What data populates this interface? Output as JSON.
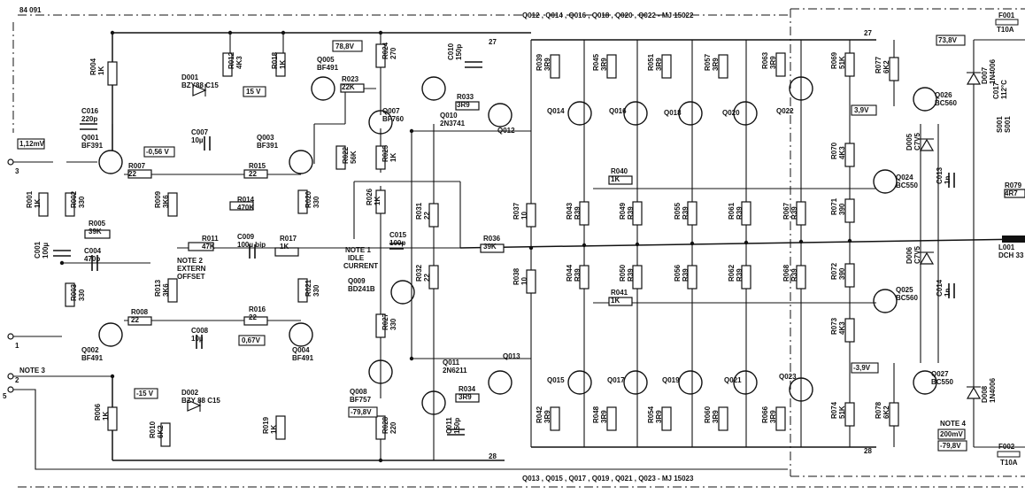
{
  "header": {
    "doc_code": "84 091",
    "top_transistor_note": "Q012 , Q014 , Q016 , Q018 , Q020 , Q022 - MJ 15022",
    "bottom_transistor_note": "Q013 , Q015 , Q017 , Q019 , Q021 , Q023 - MJ 15023"
  },
  "voltages": {
    "v_pos_78": "78,8V",
    "v_pos_73": "73,8V",
    "v_neg_79": "-79,8V",
    "v_pos_15": "15 V",
    "v_neg_15": "-15 V",
    "v_056": "-0,56 V",
    "v_067": "0,67V",
    "v_39p": "3,9V",
    "v_39n": "-3,9V",
    "v_input": "1,12mV",
    "note4_mv": "200mV"
  },
  "notes": {
    "note1": "NOTE 1",
    "note1_a": "IDLE",
    "note1_b": "CURRENT",
    "note2": "NOTE 2",
    "note2_a": "EXTERN",
    "note2_b": "OFFSET",
    "note3": "NOTE 3",
    "note4": "NOTE 4"
  },
  "fuses": {
    "top": "F001",
    "top_val": "T10A",
    "bottom": "F002",
    "bottom_val": "T10A"
  },
  "pins": {
    "p3": "3",
    "p1": "1",
    "p2": "2",
    "p5": "5"
  },
  "nodes": {
    "n27a": "27",
    "n27b": "27",
    "n28a": "28",
    "n28b": "28"
  },
  "components": [
    {
      "id": "R004",
      "val": "1K"
    },
    {
      "id": "R002",
      "val": "330"
    },
    {
      "id": "R001",
      "val": "1K"
    },
    {
      "id": "R005",
      "val": "39K"
    },
    {
      "id": "R003",
      "val": "330"
    },
    {
      "id": "R007",
      "val": "22"
    },
    {
      "id": "R008",
      "val": "22"
    },
    {
      "id": "R009",
      "val": "3K6"
    },
    {
      "id": "R011",
      "val": "47K"
    },
    {
      "id": "R013",
      "val": "3K6"
    },
    {
      "id": "R014",
      "val": "470K"
    },
    {
      "id": "R015",
      "val": "22"
    },
    {
      "id": "R016",
      "val": "22"
    },
    {
      "id": "R017",
      "val": "1K"
    },
    {
      "id": "R006",
      "val": "1K"
    },
    {
      "id": "R010",
      "val": "6K2"
    },
    {
      "id": "R019",
      "val": "1K"
    },
    {
      "id": "R020",
      "val": "330"
    },
    {
      "id": "R021",
      "val": "330"
    },
    {
      "id": "R018",
      "val": "1K"
    },
    {
      "id": "R012",
      "val": "4K3"
    },
    {
      "id": "R022",
      "val": "56K"
    },
    {
      "id": "R023",
      "val": "22K"
    },
    {
      "id": "R024",
      "val": "270"
    },
    {
      "id": "R025",
      "val": "1K"
    },
    {
      "id": "R026",
      "val": "1K"
    },
    {
      "id": "R027",
      "val": "330"
    },
    {
      "id": "R028",
      "val": "220"
    },
    {
      "id": "R031",
      "val": "22"
    },
    {
      "id": "R032",
      "val": "22"
    },
    {
      "id": "R033",
      "val": "3R9"
    },
    {
      "id": "R034",
      "val": "3R9"
    },
    {
      "id": "R036",
      "val": "39K"
    },
    {
      "id": "R037",
      "val": "10"
    },
    {
      "id": "R038",
      "val": "10"
    },
    {
      "id": "R039",
      "val": "3R9"
    },
    {
      "id": "R040",
      "val": "1K"
    },
    {
      "id": "R041",
      "val": "1K"
    },
    {
      "id": "R042",
      "val": "3R9"
    },
    {
      "id": "R043",
      "val": "R39"
    },
    {
      "id": "R044",
      "val": "R39"
    },
    {
      "id": "R045",
      "val": "3R9"
    },
    {
      "id": "R048",
      "val": "3R9"
    },
    {
      "id": "R049",
      "val": "R39"
    },
    {
      "id": "R050",
      "val": "R39"
    },
    {
      "id": "R051",
      "val": "3R9"
    },
    {
      "id": "R054",
      "val": "3R9"
    },
    {
      "id": "R055",
      "val": "R39"
    },
    {
      "id": "R056",
      "val": "R39"
    },
    {
      "id": "R057",
      "val": "3R9"
    },
    {
      "id": "R060",
      "val": "3R9"
    },
    {
      "id": "R061",
      "val": "R39"
    },
    {
      "id": "R062",
      "val": "R39"
    },
    {
      "id": "R063",
      "val": "3R9"
    },
    {
      "id": "R066",
      "val": "3R9"
    },
    {
      "id": "R067",
      "val": "R39"
    },
    {
      "id": "R068",
      "val": "R39"
    },
    {
      "id": "R069",
      "val": "51K"
    },
    {
      "id": "R070",
      "val": "4K3"
    },
    {
      "id": "R071",
      "val": "390"
    },
    {
      "id": "R072",
      "val": "390"
    },
    {
      "id": "R073",
      "val": "4K3"
    },
    {
      "id": "R074",
      "val": "51K"
    },
    {
      "id": "R077",
      "val": "6K2"
    },
    {
      "id": "R078",
      "val": "6K2"
    },
    {
      "id": "R079",
      "val": "4R7"
    },
    {
      "id": "C001",
      "val": "100µ"
    },
    {
      "id": "C004",
      "val": "470p"
    },
    {
      "id": "C016",
      "val": "220p"
    },
    {
      "id": "C007",
      "val": "10µ"
    },
    {
      "id": "C008",
      "val": "10µ"
    },
    {
      "id": "C009",
      "val": "100µ bip"
    },
    {
      "id": "C010",
      "val": "150p"
    },
    {
      "id": "C011",
      "val": "150p"
    },
    {
      "id": "C015",
      "val": "100p"
    },
    {
      "id": "C013",
      "val": "1n"
    },
    {
      "id": "C014",
      "val": "1n"
    },
    {
      "id": "C017",
      "val": "112°C"
    },
    {
      "id": "Q001",
      "val": "BF391"
    },
    {
      "id": "Q002",
      "val": "BF491"
    },
    {
      "id": "Q003",
      "val": "BF391"
    },
    {
      "id": "Q004",
      "val": "BF491"
    },
    {
      "id": "Q005",
      "val": "BF491"
    },
    {
      "id": "Q007",
      "val": "BF760"
    },
    {
      "id": "Q008",
      "val": "BF757"
    },
    {
      "id": "Q009",
      "val": "BD241B"
    },
    {
      "id": "Q010",
      "val": "2N3741"
    },
    {
      "id": "Q011",
      "val": "2N6211"
    },
    {
      "id": "Q012",
      "val": ""
    },
    {
      "id": "Q013",
      "val": ""
    },
    {
      "id": "Q014",
      "val": ""
    },
    {
      "id": "Q015",
      "val": ""
    },
    {
      "id": "Q016",
      "val": ""
    },
    {
      "id": "Q017",
      "val": ""
    },
    {
      "id": "Q018",
      "val": ""
    },
    {
      "id": "Q019",
      "val": ""
    },
    {
      "id": "Q020",
      "val": ""
    },
    {
      "id": "Q021",
      "val": ""
    },
    {
      "id": "Q022",
      "val": ""
    },
    {
      "id": "Q023",
      "val": ""
    },
    {
      "id": "Q024",
      "val": "BC550"
    },
    {
      "id": "Q025",
      "val": "BC560"
    },
    {
      "id": "Q026",
      "val": "BC560"
    },
    {
      "id": "Q027",
      "val": "BC550"
    },
    {
      "id": "D001",
      "val": "BZY88 C15"
    },
    {
      "id": "D002",
      "val": "BZY 88 C15"
    },
    {
      "id": "D005",
      "val": "C7V5"
    },
    {
      "id": "D006",
      "val": "C7V5"
    },
    {
      "id": "D007",
      "val": "1N4006"
    },
    {
      "id": "D008",
      "val": "1N4006"
    },
    {
      "id": "S001",
      "val": "S001"
    },
    {
      "id": "L001",
      "val": "DCH 33"
    }
  ]
}
